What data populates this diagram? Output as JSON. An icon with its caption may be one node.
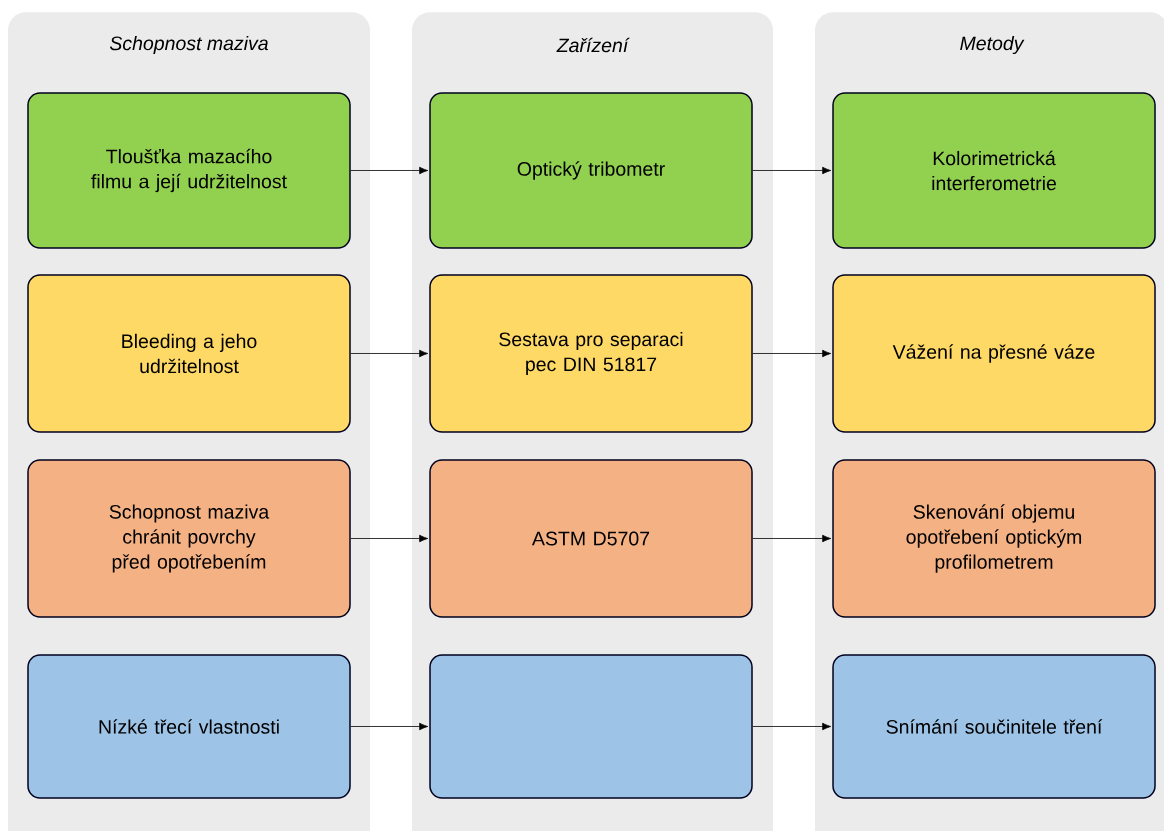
{
  "diagram": {
    "nodes": [
      {
        "text": [
          "Schopnost maziva"
        ]
      },
      {
        "text": [
          "Tloušťka mazacího filmu a její udržitelnost"
        ],
        "in": 0
      },
      {
        "text": [
          "Bleeding a jeho udržitelnost"
        ],
        "in": 0
      },
      {
        "text": [
          "Schopnost maziva chránit povrchy před opotřebením"
        ],
        "in": 0
      },
      {
        "text": [
          "Nízké třecí vlastnosti"
        ],
        "in": 0
      },
      {
        "text": [
          "Zařízení"
        ]
      },
      {
        "text": [
          "Optický tribometr"
        ],
        "in": 5
      },
      {
        "text": [
          "Sestava pro separaci pec DIN 51817"
        ],
        "in": 5
      },
      {
        "text": [
          "ASTM D5707"
        ],
        "in": 5
      },
      {
        "text": [],
        "shape": "box",
        "in": 5
      },
      {
        "text": [
          "Metody"
        ]
      },
      {
        "text": [
          "Kolorimetrická interferometrie"
        ],
        "in": 10
      },
      {
        "text": [
          "Vážení na přesné váze"
        ],
        "in": 10
      },
      {
        "text": [
          "Skenování objemu opotřebení optickým profilometrem"
        ],
        "in": 10
      },
      {
        "text": [
          "Snímání součinitele tření"
        ],
        "in": 10
      }
    ],
    "edges": [
      {
        "from": 1,
        "to": 6,
        "arrow": "to"
      },
      {
        "from": 6,
        "to": 11,
        "arrow": "to"
      },
      {
        "from": 2,
        "to": 7,
        "arrow": "to"
      },
      {
        "from": 7,
        "to": 12,
        "arrow": "to"
      },
      {
        "from": 3,
        "to": 8,
        "arrow": "to"
      },
      {
        "from": 8,
        "to": 13,
        "arrow": "to"
      },
      {
        "from": 4,
        "to": 9,
        "arrow": "to"
      },
      {
        "from": 9,
        "to": 14,
        "arrow": "to"
      }
    ]
  }
}
